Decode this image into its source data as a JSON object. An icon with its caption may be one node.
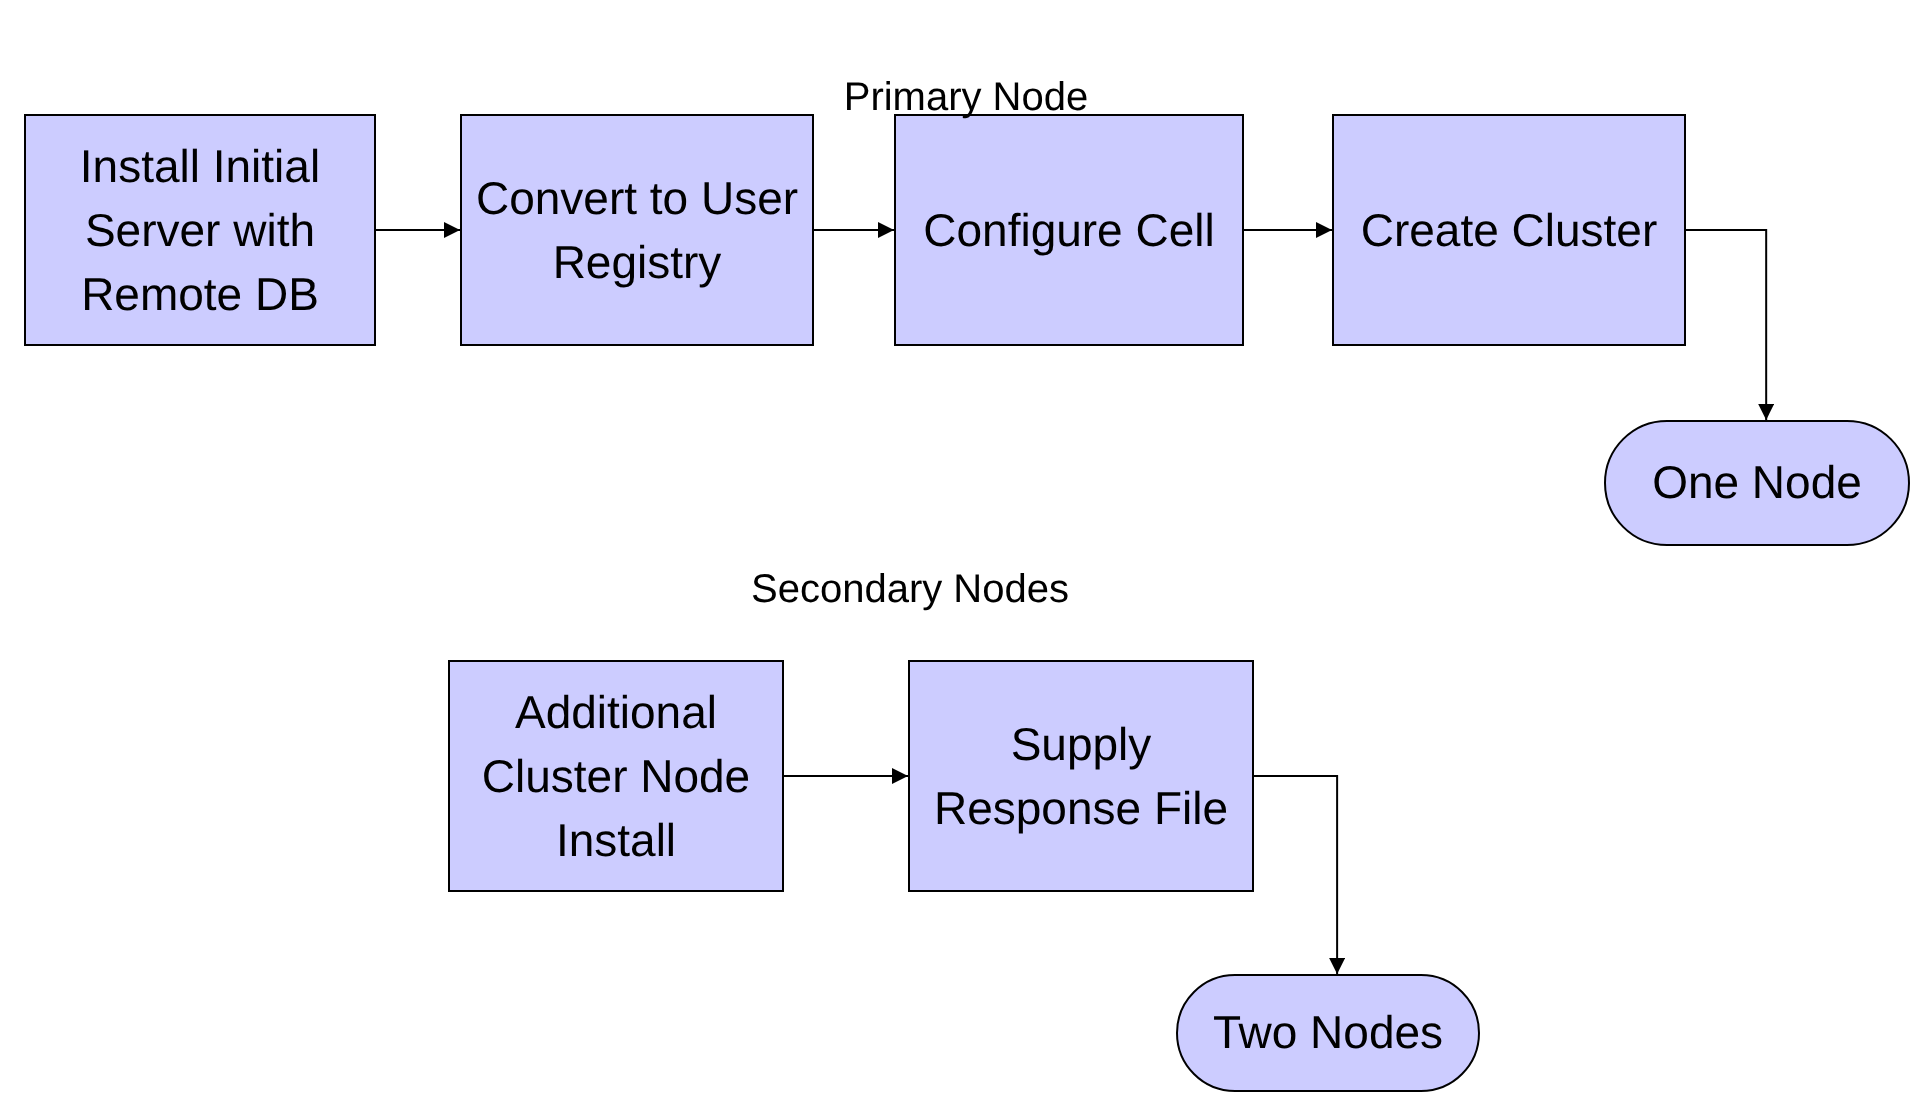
{
  "diagram": {
    "nodes": [
      {
        "text": [
          "Install Initial Server with Remote DB"
        ]
      },
      {
        "text": [
          "Convert to User Registry"
        ]
      },
      {
        "text": [
          "Configure Cell"
        ]
      },
      {
        "text": [
          "Create Cluster"
        ]
      },
      {
        "text": [
          "One Node"
        ]
      },
      {
        "text": [
          "Additional Cluster Node Install"
        ]
      },
      {
        "text": [
          "Supply Response File"
        ]
      },
      {
        "text": [
          "Two Nodes"
        ]
      }
    ],
    "edges": [
      {
        "from": 0,
        "to": 1,
        "arrow": "to"
      },
      {
        "from": 1,
        "to": 2,
        "arrow": "to"
      },
      {
        "from": 2,
        "to": 3,
        "arrow": "to"
      },
      {
        "from": 3,
        "to": 4,
        "arrow": "to"
      },
      {
        "from": 5,
        "to": 6,
        "arrow": "to"
      },
      {
        "from": 6,
        "to": 7,
        "arrow": "to"
      }
    ],
    "labels": [
      "Primary Node",
      "Secondary Nodes"
    ]
  }
}
